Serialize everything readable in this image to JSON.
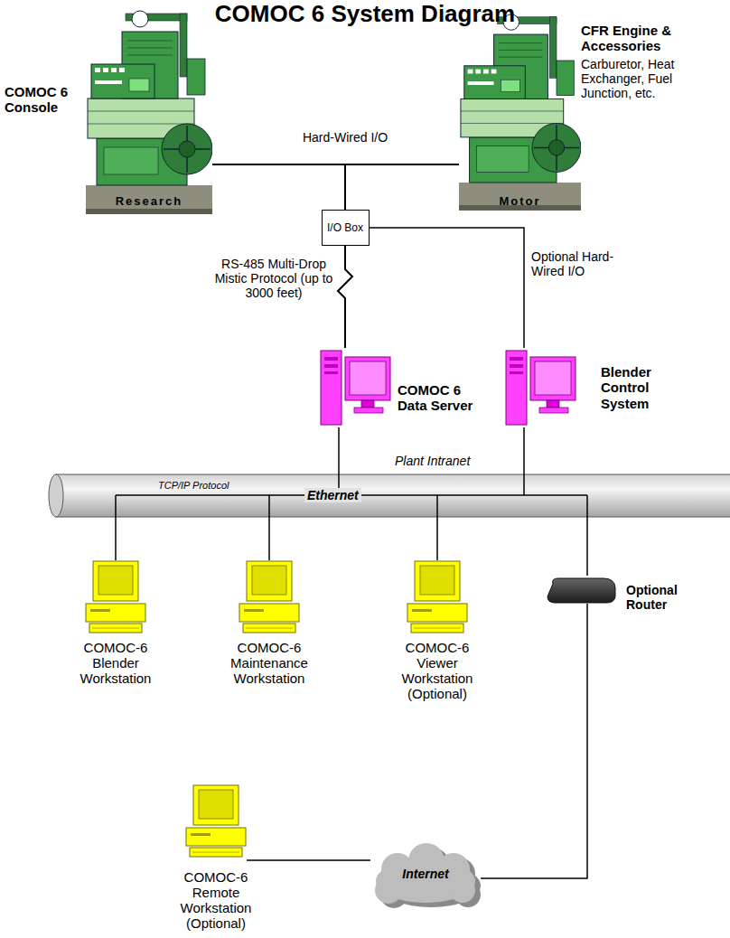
{
  "diagram": {
    "title": "COMOC 6 System Diagram",
    "nodes": [
      {
        "text": [
          "COMOC 6 Console",
          "Research"
        ]
      },
      {
        "text": [
          "CFR Engine & Accessories",
          "Carburetor, Heat Exchanger, Fuel Junction, etc.",
          "Motor"
        ]
      },
      {
        "text": [
          "I/O Box"
        ]
      },
      {
        "text": [
          "COMOC 6 Data Server"
        ]
      },
      {
        "text": [
          "Blender Control System"
        ]
      },
      {
        "text": [
          "Plant Intranet",
          "TCP/IP Protocol",
          "Ethernet"
        ]
      },
      {
        "text": [
          "COMOC-6 Blender Workstation"
        ]
      },
      {
        "text": [
          "COMOC-6 Maintenance Workstation"
        ]
      },
      {
        "text": [
          "COMOC-6 Viewer Workstation (Optional)"
        ]
      },
      {
        "text": [
          "Optional Router"
        ]
      },
      {
        "text": [
          "Internet"
        ]
      },
      {
        "text": [
          "COMOC-6 Remote Workstation (Optional)"
        ]
      }
    ],
    "edges": [
      {
        "from": 2,
        "to": 0,
        "arrow": "none"
      },
      {
        "from": 2,
        "to": 1,
        "arrow": "none"
      },
      {
        "from": 2,
        "to": 3,
        "label": "RS-485 Multi-Drop Mistic Protocol (up to 3000 feet)",
        "arrow": "none"
      },
      {
        "from": 2,
        "to": 4,
        "label": "Optional Hard-Wired I/O",
        "arrow": "none"
      },
      {
        "from": 3,
        "to": 5,
        "arrow": "none"
      },
      {
        "from": 4,
        "to": 5,
        "arrow": "none"
      },
      {
        "from": 5,
        "to": 6,
        "arrow": "none"
      },
      {
        "from": 5,
        "to": 7,
        "arrow": "none"
      },
      {
        "from": 5,
        "to": 8,
        "arrow": "none"
      },
      {
        "from": 5,
        "to": 9,
        "arrow": "none"
      },
      {
        "from": 9,
        "to": 10,
        "arrow": "none"
      },
      {
        "from": 10,
        "to": 11,
        "arrow": "none"
      }
    ],
    "labels": [
      "Hard-Wired I/O"
    ]
  }
}
